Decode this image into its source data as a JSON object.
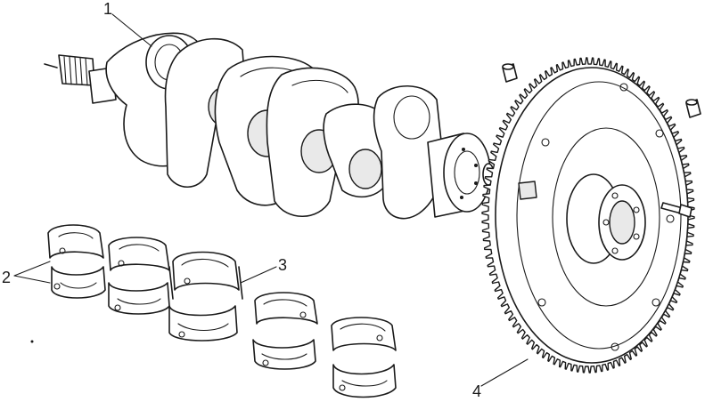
{
  "callouts": {
    "c1": "1",
    "c2": "2",
    "c3": "3",
    "c4": "4"
  },
  "colors": {
    "ink": "#1a1a1a",
    "paper": "#ffffff",
    "shading": "#e9e9e9"
  }
}
